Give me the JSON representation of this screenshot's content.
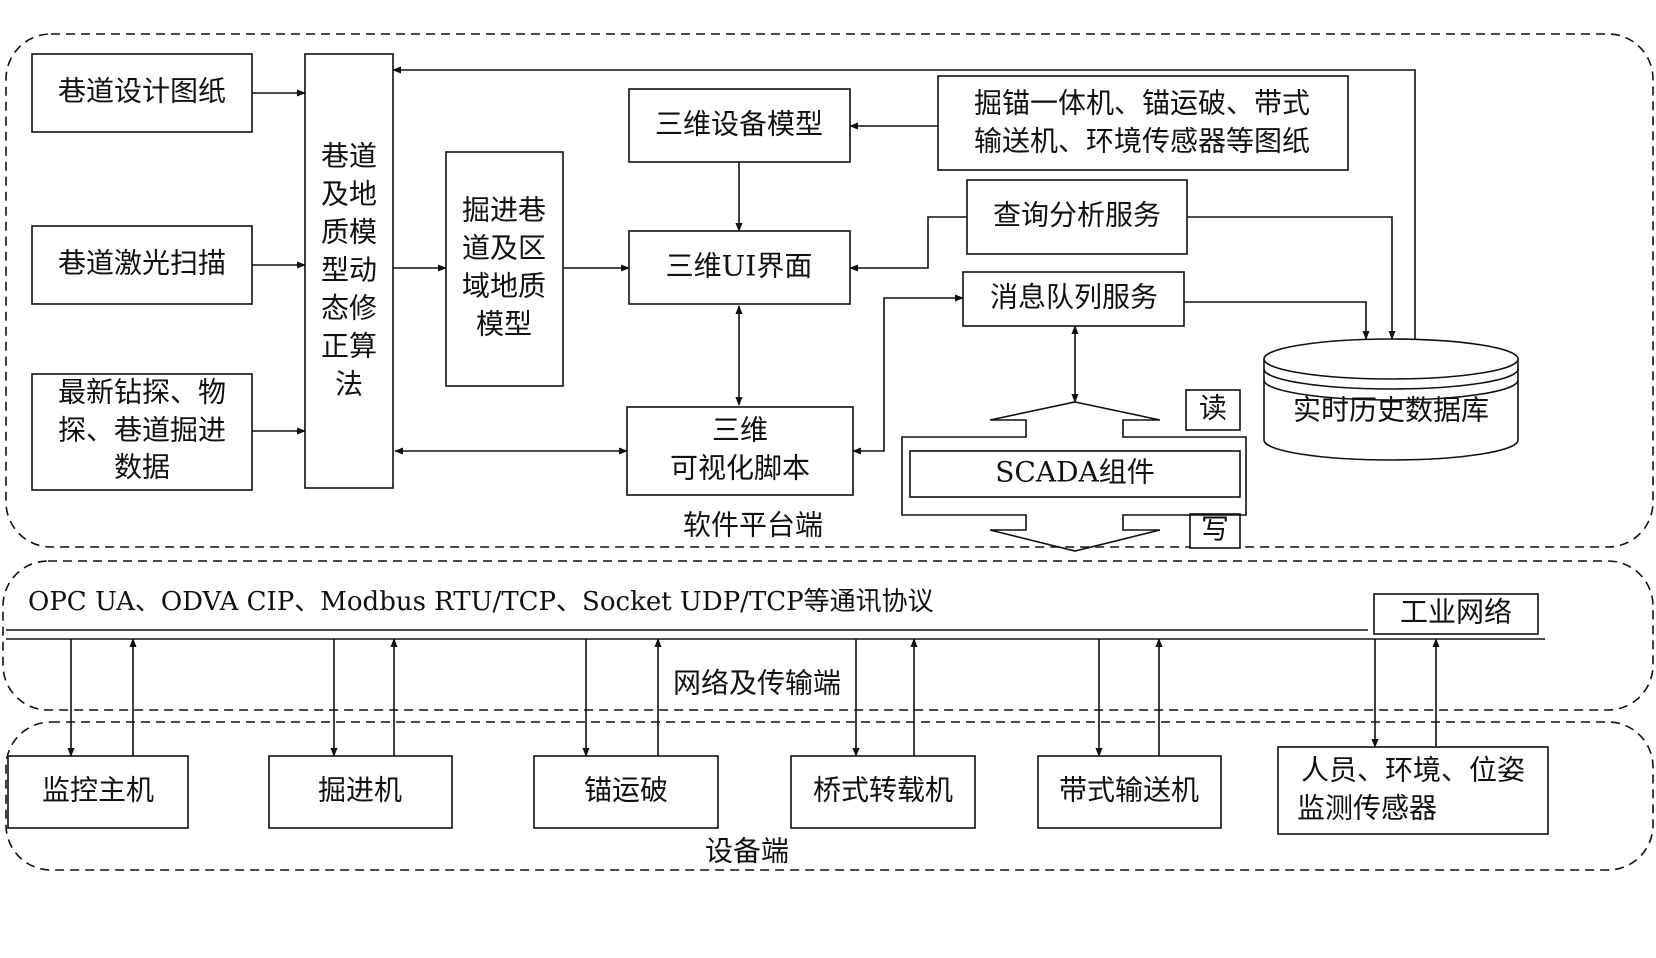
{
  "regions": {
    "software": "软件平台端",
    "network": "网络及传输端",
    "device": "设备端"
  },
  "inputs": {
    "design": "巷道设计图纸",
    "laser": "巷道激光扫描",
    "drill_lines": [
      "最新钻探、物",
      "探、巷道掘进",
      "数据"
    ]
  },
  "algorithm_lines": [
    "巷道",
    "及地",
    "质模",
    "型动",
    "态修",
    "正算",
    "法"
  ],
  "geomodel_lines": [
    "掘进巷",
    "道及区",
    "域地质",
    "模型"
  ],
  "equip_model": "三维设备模型",
  "drawings_lines": [
    "掘锚一体机、锚运破、带式",
    "输送机、环境传感器等图纸"
  ],
  "ui": "三维UI界面",
  "script_lines": [
    "三维",
    "可视化脚本"
  ],
  "query": "查询分析服务",
  "mq": "消息队列服务",
  "database": "实时历史数据库",
  "scada": "SCADA组件",
  "read": "读",
  "write": "写",
  "protocols": "OPC UA、ODVA CIP、Modbus RTU/TCP、Socket UDP/TCP等通讯协议",
  "industrial_net": "工业网络",
  "devices": [
    "监控主机",
    "掘进机",
    "锚运破",
    "桥式转载机",
    "带式输送机"
  ],
  "sensor_lines": [
    "人员、环境、位姿",
    "监测传感器"
  ]
}
